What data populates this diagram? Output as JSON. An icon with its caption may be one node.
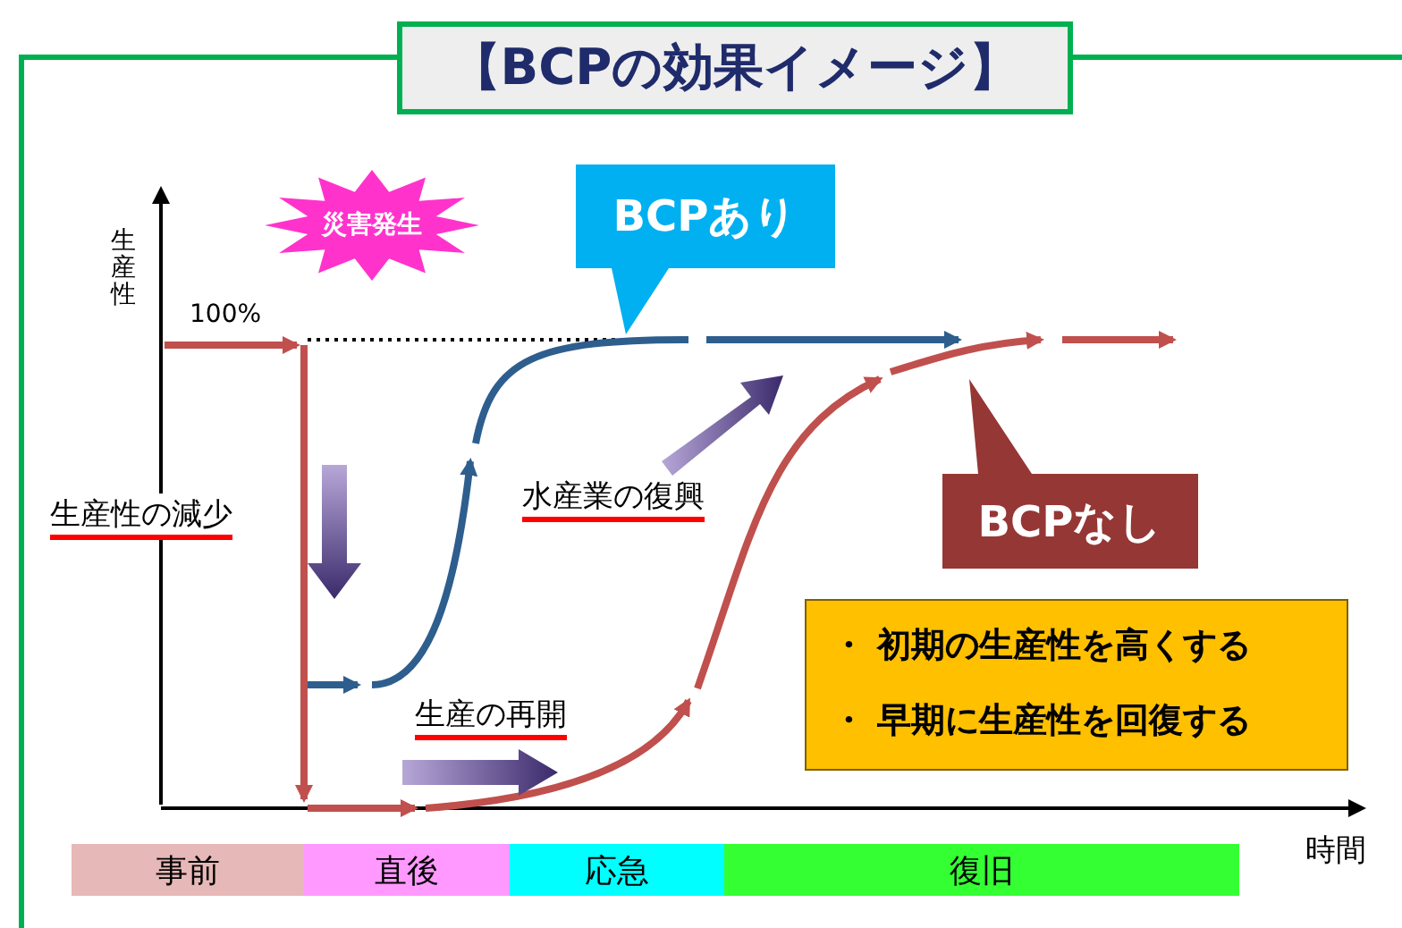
{
  "diagram": {
    "title": "【BCPの効果イメージ】",
    "nodes": [
      {
        "text": [
          "災害発生"
        ]
      },
      {
        "text": [
          "BCPあり"
        ]
      },
      {
        "text": [
          "BCPなし"
        ]
      },
      {
        "text": [
          "・ 初期の生産性を高くする",
          "・ 早期に生産性を回復する"
        ]
      },
      {
        "text": [
          "事前"
        ]
      },
      {
        "text": [
          "直後"
        ]
      },
      {
        "text": [
          "応急"
        ]
      },
      {
        "text": [
          "復旧"
        ]
      }
    ],
    "labels": [
      "生産性",
      "100%",
      "生産性の減少",
      "水産業の復興",
      "生産の再開",
      "時間"
    ]
  }
}
